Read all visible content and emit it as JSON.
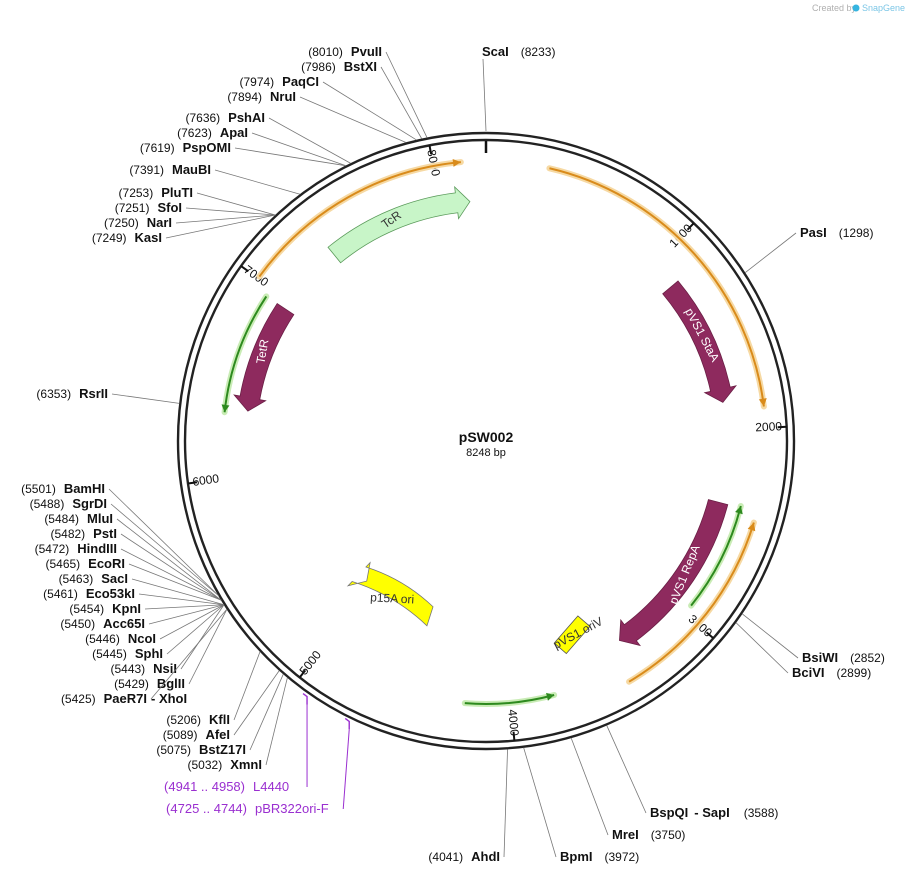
{
  "credit": {
    "prefix": "Created by",
    "brand": "SnapGene"
  },
  "plasmid": {
    "name": "pSW002",
    "size_label": "8248 bp",
    "length": 8248
  },
  "ticks": [
    {
      "label": "1000",
      "pos": 1000
    },
    {
      "label": "2000",
      "pos": 2000
    },
    {
      "label": "3000",
      "pos": 3000
    },
    {
      "label": "4000",
      "pos": 4000
    },
    {
      "label": "5000",
      "pos": 5000
    },
    {
      "label": "6000",
      "pos": 6000
    },
    {
      "label": "7000",
      "pos": 7000
    },
    {
      "label": "8000",
      "pos": 8000
    }
  ],
  "features": [
    {
      "name": "TcR",
      "start": 7350,
      "end": 8160,
      "direction": "cw",
      "color": "#c8f5c8",
      "label_color": "#333333"
    },
    {
      "name": "TetR",
      "start": 6950,
      "end": 6350,
      "direction": "ccw",
      "color": "#8e2a5e",
      "label_color": "#ffffff"
    },
    {
      "name": "pVS1 StaA",
      "start": 1150,
      "end": 1850,
      "direction": "cw",
      "color": "#8e2a5e",
      "label_color": "#ffffff"
    },
    {
      "name": "pVS1 RepA",
      "start": 2400,
      "end": 3350,
      "direction": "cw",
      "color": "#8e2a5e",
      "label_color": "#ffffff"
    },
    {
      "name": "p15A ori",
      "start": 4530,
      "end": 5050,
      "direction": "ccw",
      "color": "#ffff00",
      "label_color": "#333333"
    },
    {
      "name": "pVS1 oriV",
      "start": 3535,
      "end": 3615,
      "direction": "none",
      "color": "#ffff00",
      "label_color": "#333333"
    }
  ],
  "thin_arcs": [
    {
      "ring": "outer",
      "start": 300,
      "end": 1900,
      "direction": "cw",
      "color": "#d98b1b"
    },
    {
      "ring": "outer",
      "start": 2450,
      "end": 3420,
      "direction": "ccw",
      "color": "#d98b1b"
    },
    {
      "ring": "outer",
      "start": 7010,
      "end": 8130,
      "direction": "cw",
      "color": "#d98b1b"
    },
    {
      "ring": "inner",
      "start": 2390,
      "end": 2950,
      "direction": "ccw",
      "color": "#2d8a1e"
    },
    {
      "ring": "inner",
      "start": 3780,
      "end": 4230,
      "direction": "ccw",
      "color": "#2d8a1e"
    },
    {
      "ring": "inner",
      "start": 6330,
      "end": 6950,
      "direction": "ccw",
      "color": "#2d8a1e"
    }
  ],
  "sites": [
    {
      "name": "ScaI",
      "pos": "(8233)",
      "angle": 0,
      "side": "right"
    },
    {
      "name": "PvuII",
      "pos": "(8010)",
      "angle": 349,
      "side": "left"
    },
    {
      "name": "BstXI",
      "pos": "(7986)",
      "angle": 348,
      "side": "left"
    },
    {
      "name": "PaqCI",
      "pos": "(7974)",
      "angle": 347,
      "side": "left"
    },
    {
      "name": "NruI",
      "pos": "(7894)",
      "angle": 345,
      "side": "left"
    },
    {
      "name": "PshAI",
      "pos": "(7636)",
      "angle": 334,
      "side": "left"
    },
    {
      "name": "ApaI",
      "pos": "(7623)",
      "angle": 333,
      "side": "left"
    },
    {
      "name": "PspOMI",
      "pos": "(7619)",
      "angle": 333,
      "side": "left"
    },
    {
      "name": "MauBI",
      "pos": "(7391)",
      "angle": 323,
      "side": "left"
    },
    {
      "name": "PluTI",
      "pos": "(7253)",
      "angle": 317,
      "side": "left"
    },
    {
      "name": "SfoI",
      "pos": "(7251)",
      "angle": 317,
      "side": "left"
    },
    {
      "name": "NarI",
      "pos": "(7250)",
      "angle": 317,
      "side": "left"
    },
    {
      "name": "KasI",
      "pos": "(7249)",
      "angle": 317,
      "side": "left"
    },
    {
      "name": "PasI",
      "pos": "(1298)",
      "angle": 57,
      "side": "right"
    },
    {
      "name": "RsrII",
      "pos": "(6353)",
      "angle": 277,
      "side": "left"
    },
    {
      "name": "BsiWI",
      "pos": "(2852)",
      "angle": 124,
      "side": "right"
    },
    {
      "name": "BciVI",
      "pos": "(2899)",
      "angle": 126,
      "side": "right"
    },
    {
      "name": "BspQI",
      "pos": "(3588)",
      "angle": 157,
      "side": "right",
      "extra": "SapI"
    },
    {
      "name": "MreI",
      "pos": "(3750)",
      "angle": 164,
      "side": "right"
    },
    {
      "name": "BpmI",
      "pos": "(3972)",
      "angle": 173,
      "side": "right"
    },
    {
      "name": "AhdI",
      "pos": "(4041)",
      "angle": 176,
      "side": "left"
    },
    {
      "name": "BamHI",
      "pos": "(5501)",
      "angle": 240,
      "side": "left"
    },
    {
      "name": "SgrDI",
      "pos": "(5488)",
      "angle": 240,
      "side": "left"
    },
    {
      "name": "MluI",
      "pos": "(5484)",
      "angle": 239,
      "side": "left"
    },
    {
      "name": "PstI",
      "pos": "(5482)",
      "angle": 239,
      "side": "left"
    },
    {
      "name": "HindIII",
      "pos": "(5472)",
      "angle": 239,
      "side": "left"
    },
    {
      "name": "EcoRI",
      "pos": "(5465)",
      "angle": 239,
      "side": "left"
    },
    {
      "name": "SacI",
      "pos": "(5463)",
      "angle": 238,
      "side": "left"
    },
    {
      "name": "Eco53kI",
      "pos": "(5461)",
      "angle": 238,
      "side": "left"
    },
    {
      "name": "KpnI",
      "pos": "(5454)",
      "angle": 238,
      "side": "left"
    },
    {
      "name": "Acc65I",
      "pos": "(5450)",
      "angle": 238,
      "side": "left"
    },
    {
      "name": "NcoI",
      "pos": "(5446)",
      "angle": 238,
      "side": "left"
    },
    {
      "name": "SphI",
      "pos": "(5445)",
      "angle": 238,
      "side": "left"
    },
    {
      "name": "NsiI",
      "pos": "(5443)",
      "angle": 238,
      "side": "left"
    },
    {
      "name": "BglII",
      "pos": "(5429)",
      "angle": 237,
      "side": "left"
    },
    {
      "name": "PaeR7I",
      "pos": "(5425)",
      "angle": 237,
      "side": "left",
      "extra": "XhoI"
    },
    {
      "name": "KflI",
      "pos": "(5206)",
      "angle": 227,
      "side": "left"
    },
    {
      "name": "AfeI",
      "pos": "(5089)",
      "angle": 222,
      "side": "left"
    },
    {
      "name": "BstZ17I",
      "pos": "(5075)",
      "angle": 221,
      "side": "left"
    },
    {
      "name": "XmnI",
      "pos": "(5032)",
      "angle": 220,
      "side": "left"
    }
  ],
  "primers": [
    {
      "name": "L4440",
      "range": "(4941 .. 4958)",
      "angle": 215
    },
    {
      "name": "pBR322ori-F",
      "range": "(4725 .. 4744)",
      "angle": 206
    }
  ]
}
